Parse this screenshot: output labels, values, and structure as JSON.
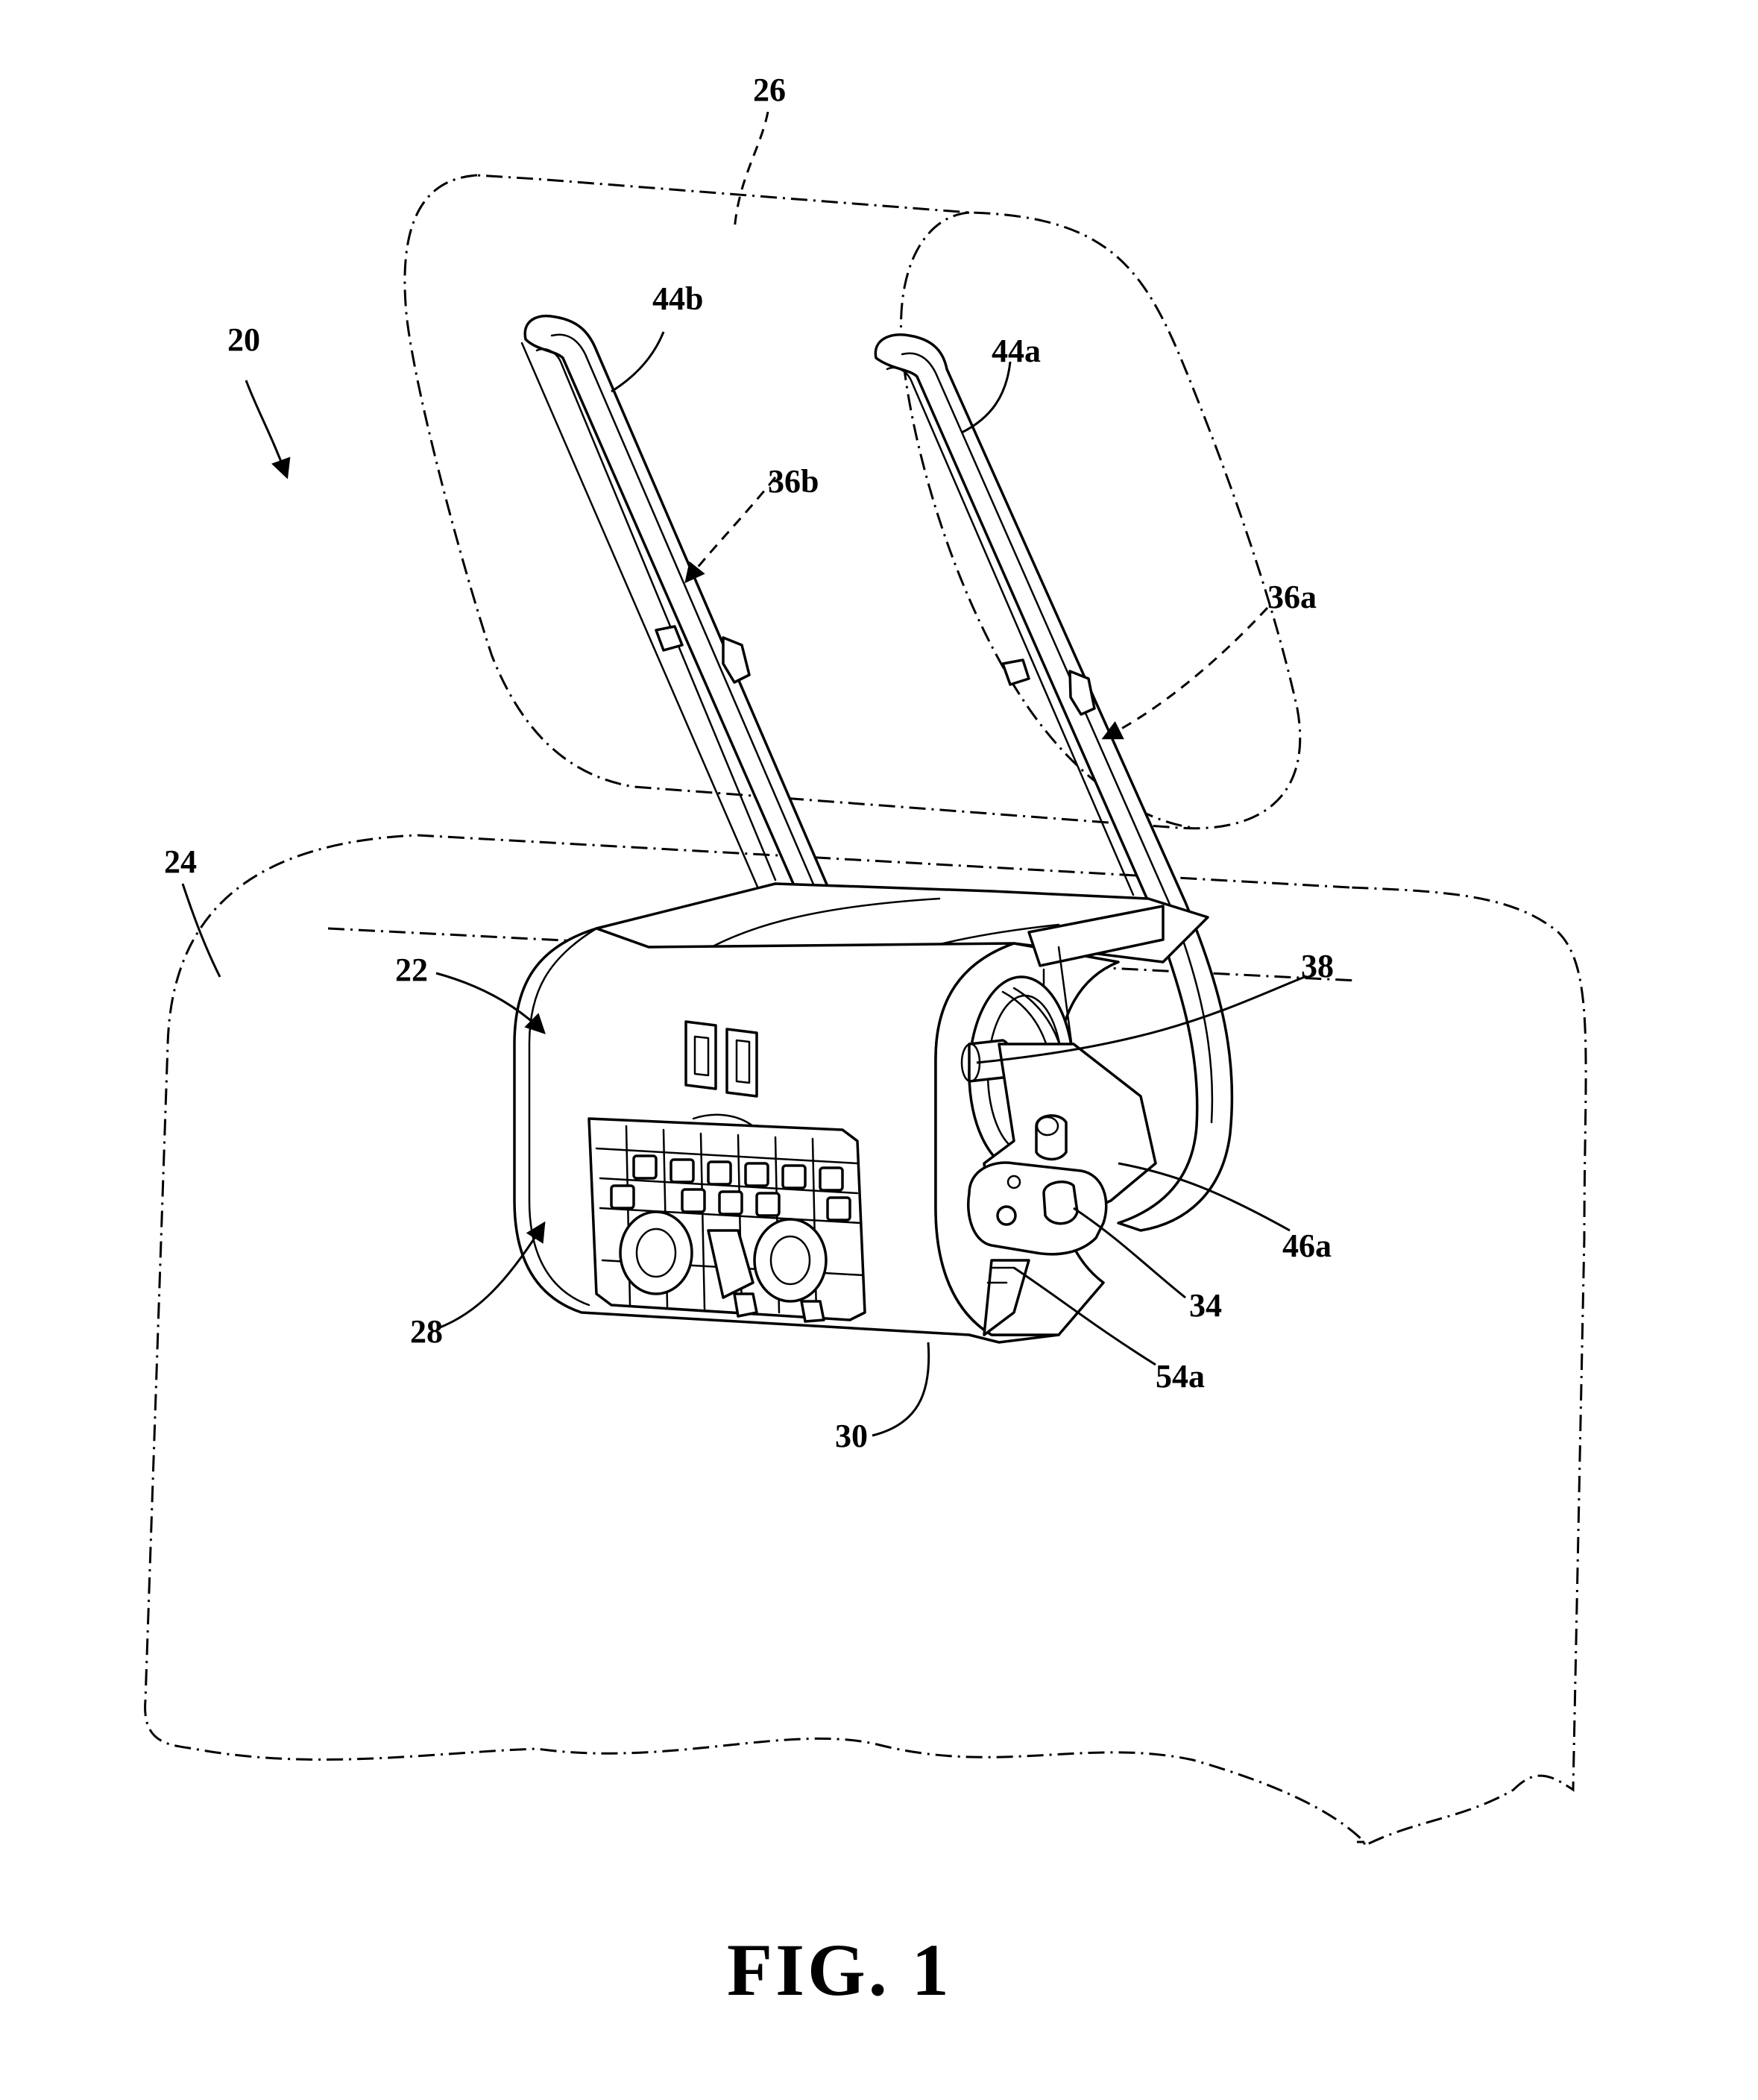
{
  "figure": {
    "caption": "FIG. 1",
    "labels": {
      "l20": "20",
      "l22": "22",
      "l24": "24",
      "l26": "26",
      "l28": "28",
      "l30": "30",
      "l34": "34",
      "l36a": "36a",
      "l36b": "36b",
      "l38": "38",
      "l44a": "44a",
      "l44b": "44b",
      "l46a": "46a",
      "l54a": "54a"
    }
  }
}
